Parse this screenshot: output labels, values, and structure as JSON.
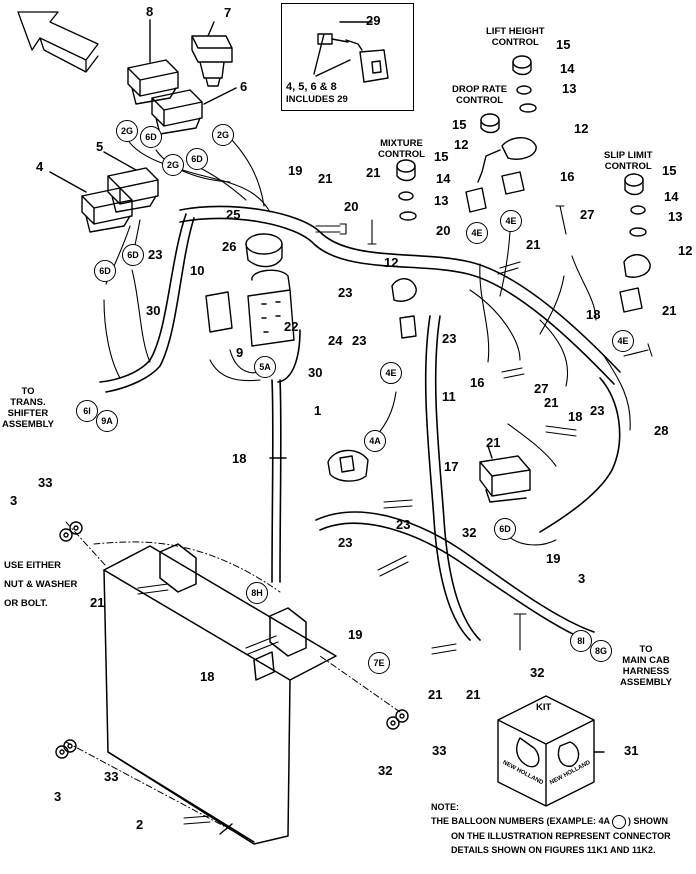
{
  "inset": {
    "callout": "29",
    "caption_line1": "4, 5, 6 & 8",
    "caption_line2": "INCLUDES 29"
  },
  "controls": {
    "lift_height": [
      "LIFT HEIGHT",
      "CONTROL"
    ],
    "drop_rate": [
      "DROP RATE",
      "CONTROL"
    ],
    "mixture": [
      "MIXTURE",
      "CONTROL"
    ],
    "slip_limit": [
      "SLIP LIMIT",
      "CONTROL"
    ]
  },
  "left_notes": {
    "trans": [
      "TO",
      "TRANS.",
      "SHIFTER",
      "ASSEMBLY"
    ],
    "use_either": [
      "USE EITHER",
      "NUT & WASHER",
      "OR BOLT."
    ]
  },
  "right_notes": {
    "main_cab": [
      "TO",
      "MAIN CAB",
      "HARNESS",
      "ASSEMBLY"
    ]
  },
  "kit": {
    "label": "KIT",
    "brand": "NEW HOLLAND",
    "callout": "31"
  },
  "note": {
    "title": "NOTE:",
    "line1_a": "THE BALLOON NUMBERS (EXAMPLE:",
    "line1_example": "4A",
    "line1_b": ") SHOWN",
    "line2": "ON THE ILLUSTRATION REPRESENT CONNECTOR",
    "line3": "DETAILS SHOWN ON FIGURES 11K1 AND 11K2."
  },
  "callouts": [
    {
      "id": "c7",
      "text": "7"
    },
    {
      "id": "c8",
      "text": "8"
    },
    {
      "id": "c6",
      "text": "6"
    },
    {
      "id": "c5",
      "text": "5"
    },
    {
      "id": "c4",
      "text": "4"
    },
    {
      "id": "c15a",
      "text": "15"
    },
    {
      "id": "c14a",
      "text": "14"
    },
    {
      "id": "c13a",
      "text": "13"
    },
    {
      "id": "c15b",
      "text": "15"
    },
    {
      "id": "c12a",
      "text": "12"
    },
    {
      "id": "c12b",
      "text": "12"
    },
    {
      "id": "c15c",
      "text": "15"
    },
    {
      "id": "c14b",
      "text": "14"
    },
    {
      "id": "c13b",
      "text": "13"
    },
    {
      "id": "c19a",
      "text": "19"
    },
    {
      "id": "c21a",
      "text": "21"
    },
    {
      "id": "c21b",
      "text": "21"
    },
    {
      "id": "c20a",
      "text": "20"
    },
    {
      "id": "c20b",
      "text": "20"
    },
    {
      "id": "c25",
      "text": "25"
    },
    {
      "id": "c26",
      "text": "26"
    },
    {
      "id": "c23a",
      "text": "23"
    },
    {
      "id": "c10",
      "text": "10"
    },
    {
      "id": "c30a",
      "text": "30"
    },
    {
      "id": "c22",
      "text": "22"
    },
    {
      "id": "c9",
      "text": "9"
    },
    {
      "id": "c24",
      "text": "24"
    },
    {
      "id": "c23b",
      "text": "23"
    },
    {
      "id": "c23c",
      "text": "23"
    },
    {
      "id": "c30b",
      "text": "30"
    },
    {
      "id": "c12c",
      "text": "12"
    },
    {
      "id": "c16a",
      "text": "16"
    },
    {
      "id": "c27a",
      "text": "27"
    },
    {
      "id": "c21c",
      "text": "21"
    },
    {
      "id": "c15d",
      "text": "15"
    },
    {
      "id": "c14c",
      "text": "14"
    },
    {
      "id": "c13c",
      "text": "13"
    },
    {
      "id": "c12d",
      "text": "12"
    },
    {
      "id": "c18a",
      "text": "18"
    },
    {
      "id": "c21d",
      "text": "21"
    },
    {
      "id": "c23d",
      "text": "23"
    },
    {
      "id": "c16b",
      "text": "16"
    },
    {
      "id": "c27b",
      "text": "27"
    },
    {
      "id": "c21e",
      "text": "21"
    },
    {
      "id": "c18b",
      "text": "18"
    },
    {
      "id": "c23e",
      "text": "23"
    },
    {
      "id": "c28",
      "text": "28"
    },
    {
      "id": "c11",
      "text": "11"
    },
    {
      "id": "c1",
      "text": "1"
    },
    {
      "id": "c18c",
      "text": "18"
    },
    {
      "id": "c17",
      "text": "17"
    },
    {
      "id": "c21f",
      "text": "21"
    },
    {
      "id": "c23f",
      "text": "23"
    },
    {
      "id": "c32a",
      "text": "32"
    },
    {
      "id": "c33a",
      "text": "33"
    },
    {
      "id": "c3a",
      "text": "3"
    },
    {
      "id": "c21g",
      "text": "21"
    },
    {
      "id": "c23g",
      "text": "23"
    },
    {
      "id": "c19b",
      "text": "19"
    },
    {
      "id": "c3b",
      "text": "3"
    },
    {
      "id": "c18d",
      "text": "18"
    },
    {
      "id": "c19c",
      "text": "19"
    },
    {
      "id": "c21h",
      "text": "21"
    },
    {
      "id": "c21i",
      "text": "21"
    },
    {
      "id": "c32b",
      "text": "32"
    },
    {
      "id": "c33b",
      "text": "33"
    },
    {
      "id": "c32c",
      "text": "32"
    },
    {
      "id": "c33c",
      "text": "33"
    },
    {
      "id": "c3c",
      "text": "3"
    },
    {
      "id": "c2",
      "text": "2"
    }
  ],
  "balloons": [
    {
      "id": "b2g1",
      "text": "2G"
    },
    {
      "id": "b6d1",
      "text": "6D"
    },
    {
      "id": "b2g2",
      "text": "2G"
    },
    {
      "id": "b2g3",
      "text": "2G"
    },
    {
      "id": "b6d2",
      "text": "6D"
    },
    {
      "id": "b6d3",
      "text": "6D"
    },
    {
      "id": "b6d4",
      "text": "6D"
    },
    {
      "id": "b5a",
      "text": "5A"
    },
    {
      "id": "b6i",
      "text": "6I"
    },
    {
      "id": "b9a",
      "text": "9A"
    },
    {
      "id": "b4e1",
      "text": "4E"
    },
    {
      "id": "b4e2",
      "text": "4E"
    },
    {
      "id": "b4e3",
      "text": "4E"
    },
    {
      "id": "b4e4",
      "text": "4E"
    },
    {
      "id": "b4a",
      "text": "4A"
    },
    {
      "id": "b6d5",
      "text": "6D"
    },
    {
      "id": "b8h",
      "text": "8H"
    },
    {
      "id": "b7e",
      "text": "7E"
    },
    {
      "id": "b8i",
      "text": "8I"
    },
    {
      "id": "b8g",
      "text": "8G"
    }
  ]
}
